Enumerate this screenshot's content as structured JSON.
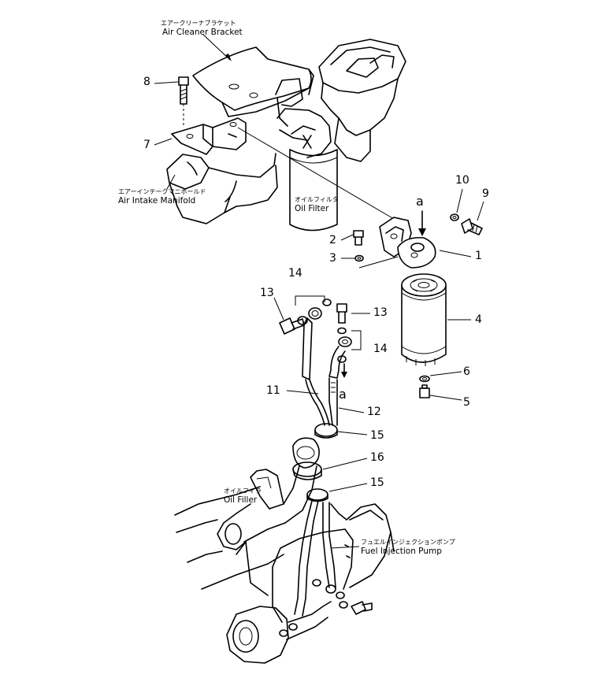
{
  "labels": {
    "air_cleaner_bracket_jp": "エアークリーナブラケット",
    "air_cleaner_bracket_en": "Air Cleaner Bracket",
    "air_intake_manifold_jp": "エアーインテークマニホールド",
    "air_intake_manifold_en": "Air Intake Manifold",
    "oil_filter_jp": "オイルフィルタ",
    "oil_filter_en": "Oil Filter",
    "oil_filler_jp": "オイルフィラ",
    "oil_filler_en": "Oil Filler",
    "fuel_injection_pump_jp": "フュエルインジェクションポンプ",
    "fuel_injection_pump_en": "Fuel Injection Pump"
  },
  "callouts": {
    "p1": "1",
    "p2": "2",
    "p3": "3",
    "p4": "4",
    "p5": "5",
    "p6": "6",
    "p7": "7",
    "p8": "8",
    "p9": "9",
    "p10": "10",
    "p11": "11",
    "p12": "12",
    "p13a": "13",
    "p13b": "13",
    "p14a": "14",
    "p14b": "14",
    "p15a": "15",
    "p15b": "15",
    "p16": "16",
    "ref_a_top": "a",
    "ref_a_bottom": "a"
  }
}
